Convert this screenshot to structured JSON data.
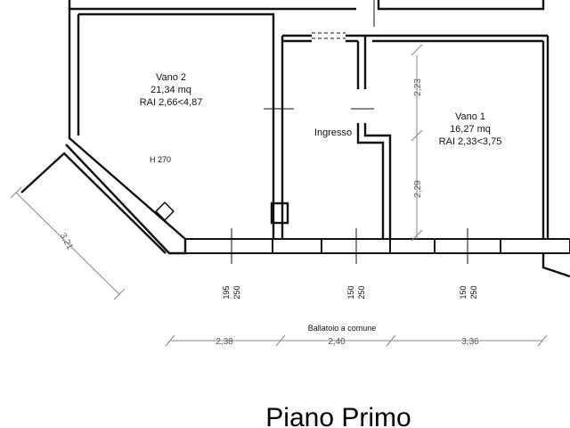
{
  "rooms": {
    "vano2": {
      "name": "Vano 2",
      "area": "21,34 mq",
      "rai": "RAI 2,66<4,87",
      "height": "H 270"
    },
    "ingresso": {
      "name": "Ingresso"
    },
    "vano1": {
      "name": "Vano 1",
      "area": "16,27 mq",
      "rai": "RAI 2,33<3,75"
    }
  },
  "dimensions": {
    "vertical_upper": "2,23",
    "vertical_lower": "2,29",
    "diagonal": "3,21",
    "bottom": [
      "2,38",
      "2,40",
      "3,36"
    ]
  },
  "windows": [
    {
      "sill": "195",
      "height": "250"
    },
    {
      "sill": "150",
      "height": "250"
    },
    {
      "sill": "150",
      "height": "250"
    }
  ],
  "labels": {
    "balcony": "Ballatoio a comune",
    "floor_title": "Piano Primo"
  },
  "colors": {
    "wall": "#111111",
    "dimension_line": "#888888"
  }
}
